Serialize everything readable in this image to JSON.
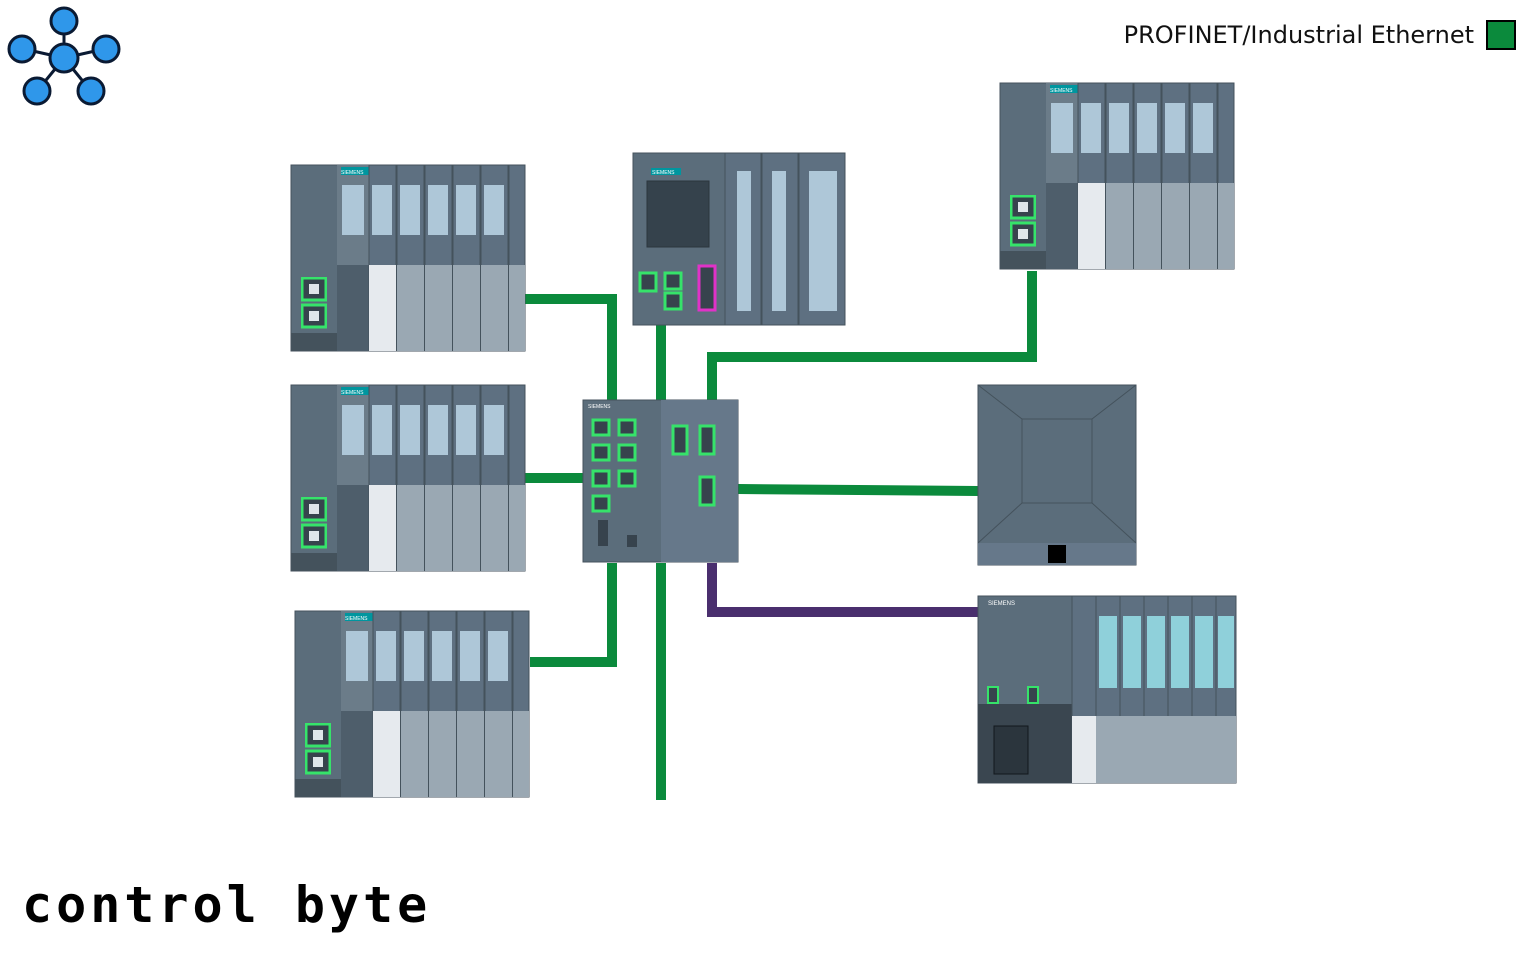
{
  "legend": {
    "label": "PROFINET/Industrial Ethernet",
    "color": "#0b8a3c"
  },
  "colors": {
    "profinet": "#0b8a3c",
    "other_link": "#4a2f6e",
    "device": "#5b6d7b",
    "port": "#36e36a",
    "network_icon": "#2f97ea"
  },
  "brand": {
    "text": "control byte"
  },
  "devices": {
    "et200sp_1": {
      "vendor": "SIEMENS"
    },
    "et200sp_2": {
      "vendor": "SIEMENS"
    },
    "et200sp_3": {
      "vendor": "SIEMENS"
    },
    "et200sp_4": {
      "vendor": "SIEMENS"
    },
    "cpu": {
      "vendor": "SIEMENS"
    },
    "switch": {
      "vendor": "SIEMENS"
    },
    "et200pro": {
      "vendor": "SIEMENS"
    }
  }
}
